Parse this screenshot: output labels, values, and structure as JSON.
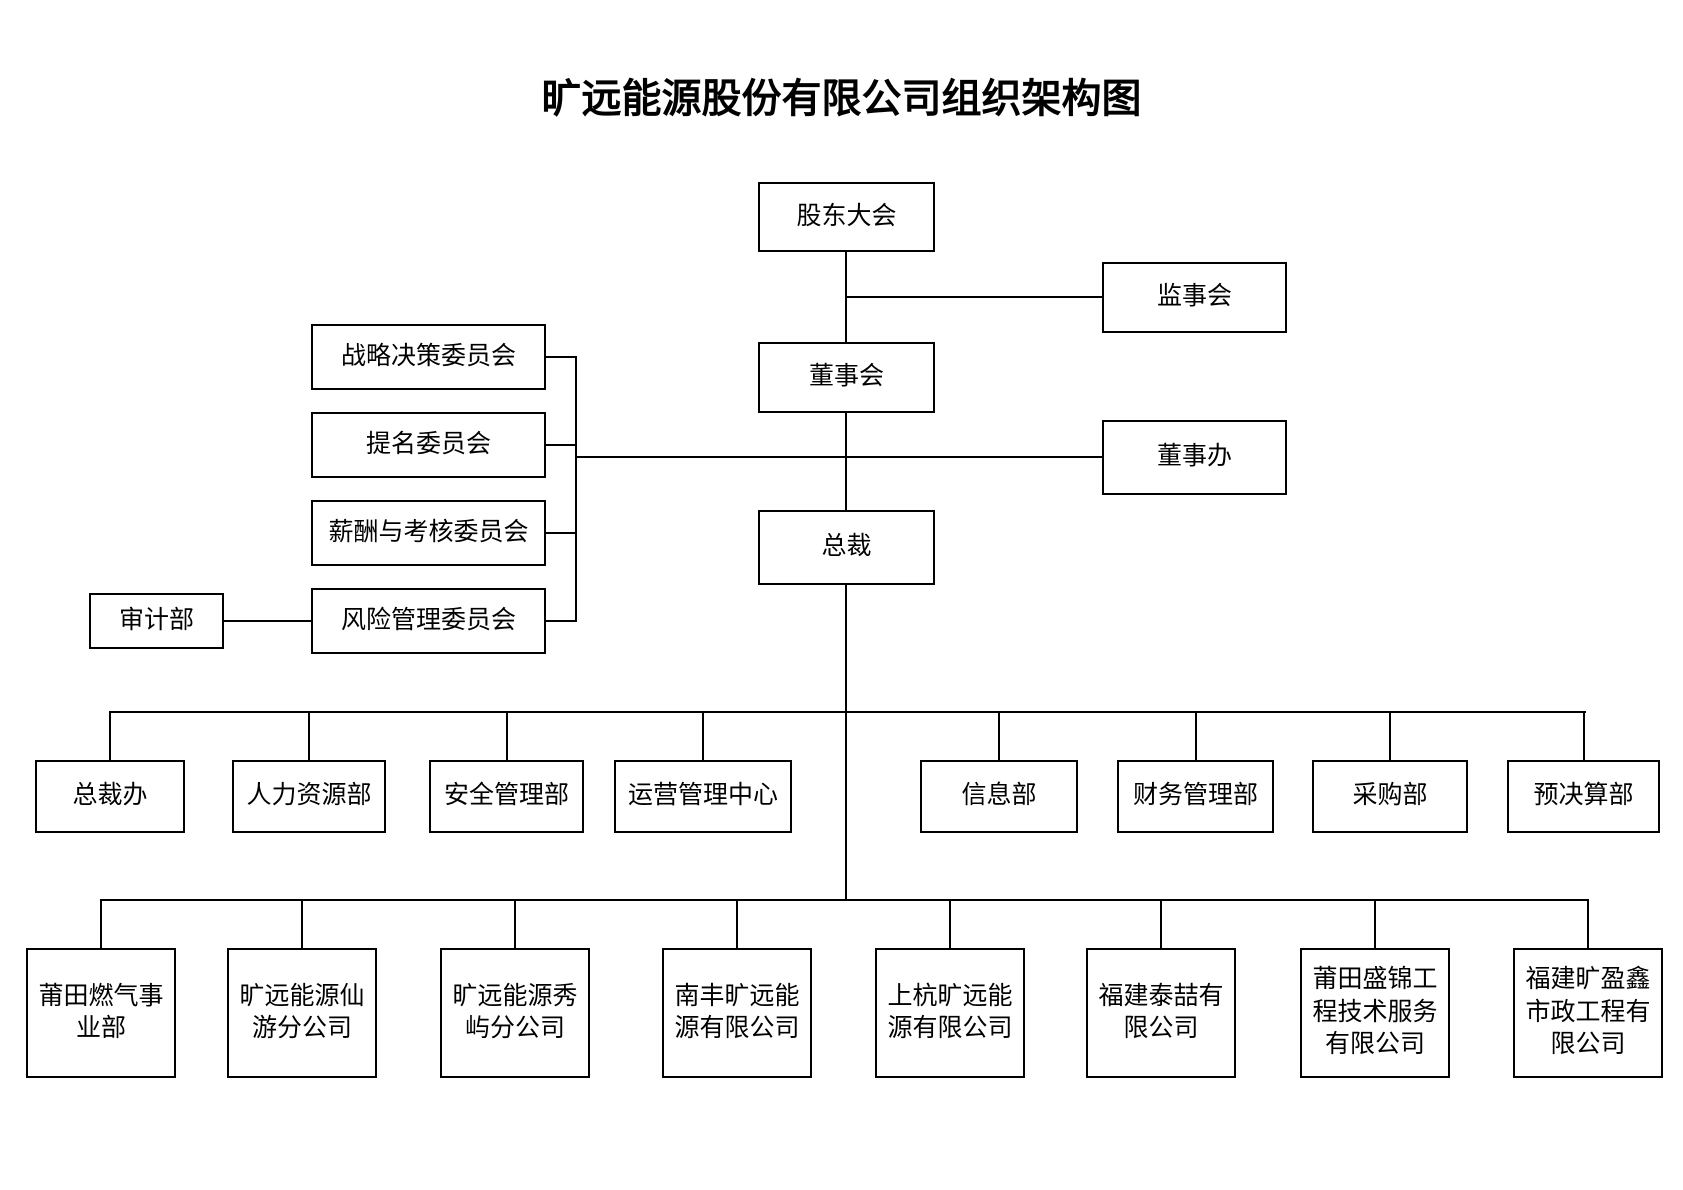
{
  "title": "旷远能源股份有限公司组织架构图",
  "org": {
    "shareholders_meeting": "股东大会",
    "supervisory_board": "监事会",
    "board_of_directors": "董事会",
    "board_office": "董事办",
    "president": "总裁",
    "audit_department": "审计部",
    "committees": [
      "战略决策委员会",
      "提名委员会",
      "薪酬与考核委员会",
      "风险管理委员会"
    ],
    "departments": [
      "总裁办",
      "人力资源部",
      "安全管理部",
      "运营管理中心",
      "信息部",
      "财务管理部",
      "采购部",
      "预决算部"
    ],
    "subsidiaries": [
      "莆田燃气事业部",
      "旷远能源仙游分公司",
      "旷远能源秀屿分公司",
      "南丰旷远能源有限公司",
      "上杭旷远能源有限公司",
      "福建泰喆有限公司",
      "莆田盛锦工程技术服务有限公司",
      "福建旷盈鑫市政工程有限公司"
    ]
  },
  "colors": {
    "background": "#ffffff",
    "line": "#000000",
    "box_border": "#000000",
    "text": "#000000"
  }
}
